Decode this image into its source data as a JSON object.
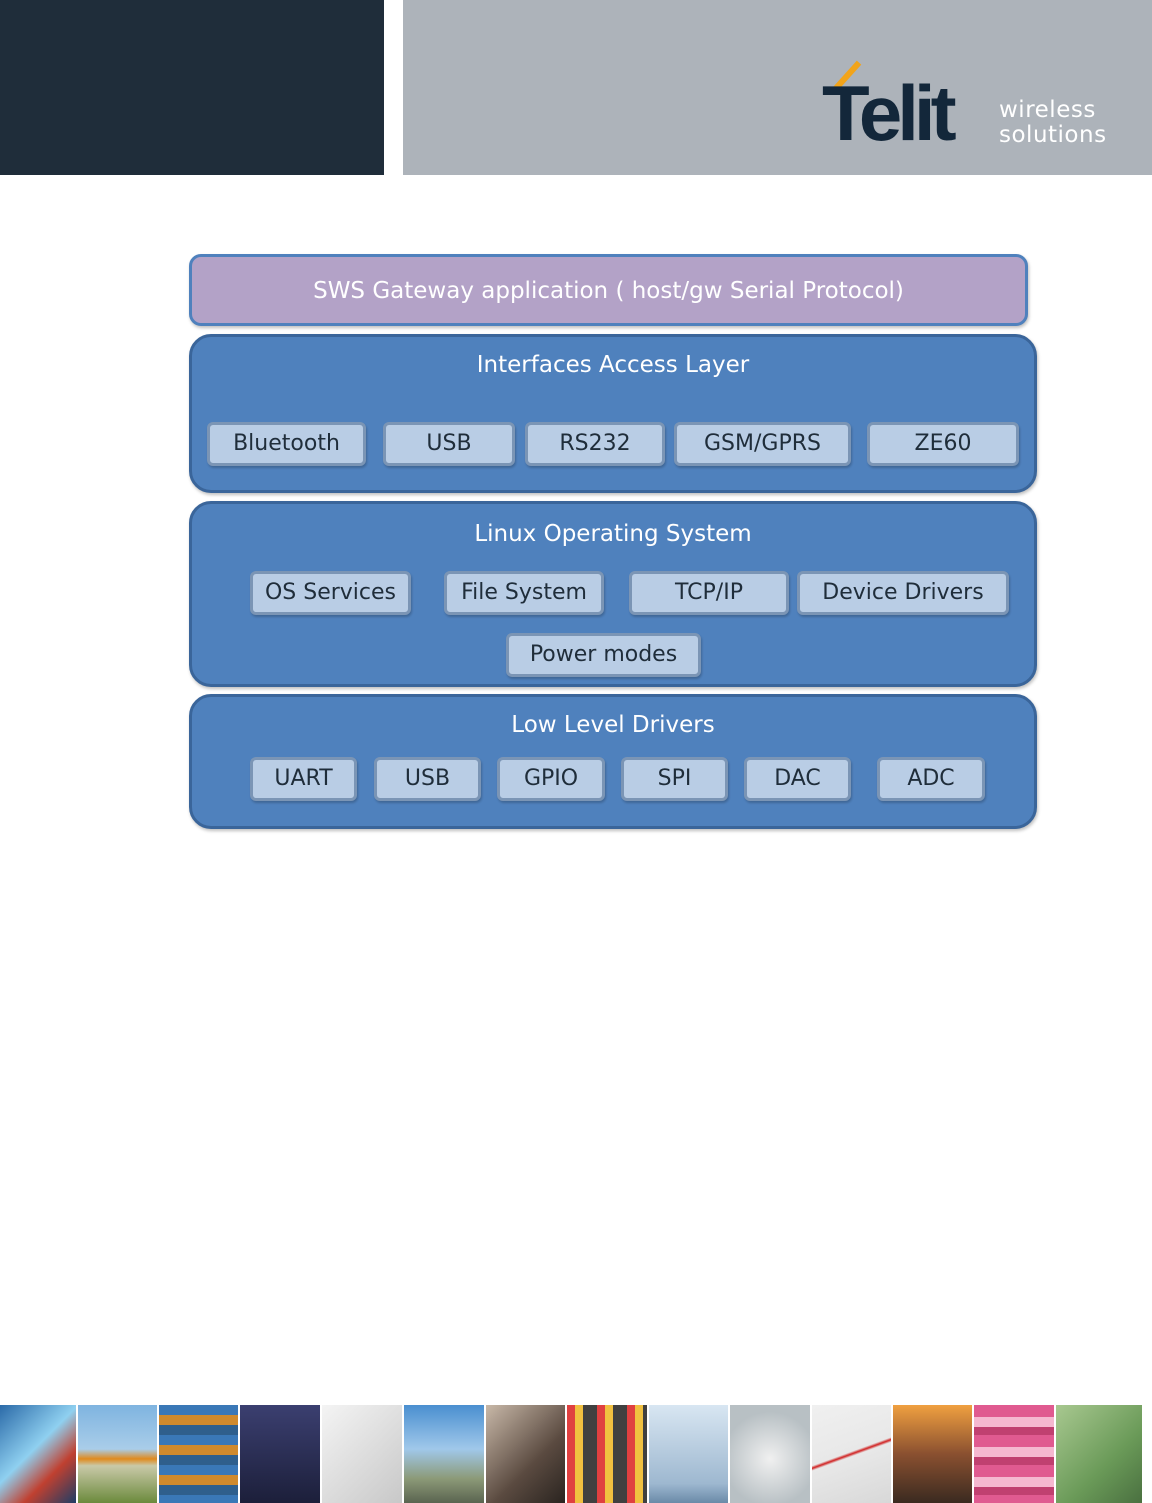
{
  "header": {
    "logo": {
      "wordmark": "Telit",
      "tagline": [
        "wireless",
        "solutions"
      ]
    },
    "colors": {
      "dark_panel": "#1f2d3a",
      "gray_panel": "#adb3ba",
      "logo_accent": "#f2a41a"
    }
  },
  "diagram": {
    "application": {
      "label": "SWS Gateway application ( host/gw Serial Protocol)"
    },
    "interfaces": {
      "title": "Interfaces Access Layer",
      "items": [
        "Bluetooth",
        "USB",
        "RS232",
        "GSM/GPRS",
        "ZE60"
      ]
    },
    "os": {
      "title": "Linux Operating System",
      "items": [
        "OS Services",
        "File System",
        "TCP/IP",
        "Device Drivers",
        "Power modes"
      ]
    },
    "drivers": {
      "title": "Low Level Drivers",
      "items": [
        "UART",
        "USB",
        "GPIO",
        "SPI",
        "DAC",
        "ADC"
      ]
    },
    "colors": {
      "layer": "#4f81bd",
      "app": "#b3a2c7",
      "component": "#b9cde5"
    }
  },
  "footer": {
    "photo_strip": [
      "highway-night",
      "phone-sign",
      "containers",
      "digital-clock",
      "keyboard",
      "cyclist",
      "card-slot",
      "vending-machine",
      "wind-turbines",
      "utility-meter",
      "laser",
      "train-station",
      "magazines",
      "security-camera"
    ]
  }
}
